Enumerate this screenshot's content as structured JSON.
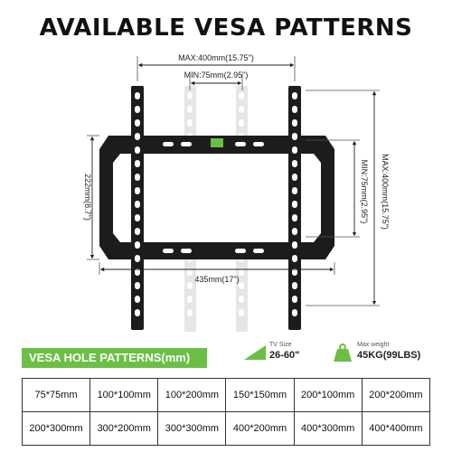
{
  "title": "AVAILABLE VESA PATTERNS",
  "dimensions": {
    "max_width": "MAX:400mm(15.75\")",
    "min_width": "MIN:75mm(2.95\")",
    "height": "222mm(8.7\")",
    "width": "435mm(17\")",
    "max_height": "MAX:400mm(15.75\")",
    "min_height": "MIN:75mm(2.95\")"
  },
  "banner": "VESA HOLE PATTERNS(mm)",
  "specs": {
    "tv_size_label": "TV Size",
    "tv_size_value": "26-60\"",
    "max_weight_label": "Max weight",
    "max_weight_value": "45KG(99LBS)"
  },
  "patterns": [
    [
      "75*75mm",
      "100*100mm",
      "100*200mm",
      "150*150mm",
      "200*100mm",
      "200*200mm"
    ],
    [
      "200*300mm",
      "300*200mm",
      "300*300mm",
      "400*200mm",
      "400*300mm",
      "400*400mm"
    ]
  ],
  "colors": {
    "accent": "#6bbf45",
    "frame": "#1a1a1a",
    "ghost": "#e3e3e3"
  }
}
